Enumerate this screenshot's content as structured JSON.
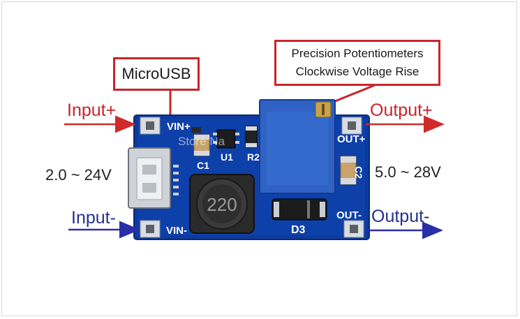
{
  "callouts": {
    "microusb": "MicroUSB",
    "pot_line1": "Precision Potentiometers",
    "pot_line2": "Clockwise Voltage Rise"
  },
  "labels": {
    "input_plus": "Input+",
    "input_minus": "Input-",
    "output_plus": "Output+",
    "output_minus": "Output-",
    "input_range": "2.0 ~ 24V",
    "output_range": "5.0 ~ 28V"
  },
  "board": {
    "vin_plus": "VIN+",
    "vin_minus": "VIN-",
    "out_plus": "OUT+",
    "out_minus": "OUT-",
    "c1": "C1",
    "u1": "U1",
    "r2": "R2",
    "d3": "D3",
    "c2": "C2",
    "inductor": "220",
    "watermark": "Store Na"
  },
  "colors": {
    "red_arrow": "#d02a2a",
    "blue_arrow": "#2a2fa8",
    "pcb": "#0d3a9e",
    "callout_border": "#c9242b"
  }
}
